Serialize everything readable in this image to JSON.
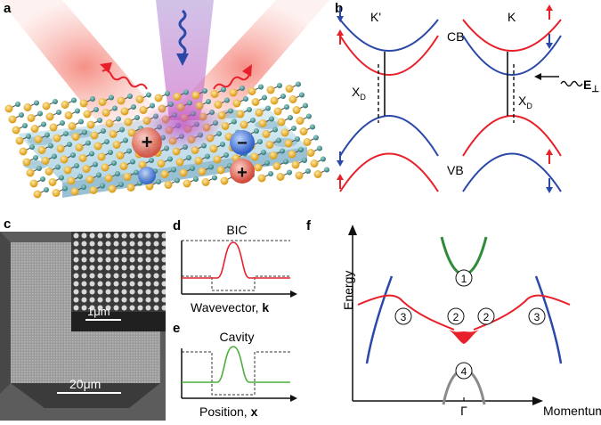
{
  "panel_a": {
    "label": "a",
    "charges": [
      "+",
      "+",
      "−"
    ]
  },
  "panel_b": {
    "label": "b",
    "valleys": [
      "K'",
      "K"
    ],
    "bands": [
      "CB",
      "VB"
    ],
    "exciton": "X",
    "exciton_sub": "D",
    "field": "E",
    "field_sub": "⊥",
    "colors": {
      "spin_up": "#e8202a",
      "spin_down": "#2a48a8"
    }
  },
  "panel_c": {
    "label": "c",
    "scalebar_main": "20μm",
    "scalebar_inset": "1μm"
  },
  "panel_d": {
    "label": "d",
    "title": "BIC",
    "xlabel": "Wavevector, ",
    "xlabel_bold": "k",
    "color": "#e8202a"
  },
  "panel_e": {
    "label": "e",
    "title": "Cavity",
    "xlabel": "Position, ",
    "xlabel_bold": "x",
    "color": "#4caf3a"
  },
  "panel_f": {
    "label": "f",
    "ylabel": "Energy",
    "xlabel": "Momentum",
    "gamma": "Γ",
    "regions": [
      "1",
      "2",
      "2",
      "3",
      "3",
      "4"
    ],
    "colors": {
      "green": "#2e8b3a",
      "red": "#e8202a",
      "blue": "#2a48a8",
      "gray": "#8a8a8a"
    }
  }
}
